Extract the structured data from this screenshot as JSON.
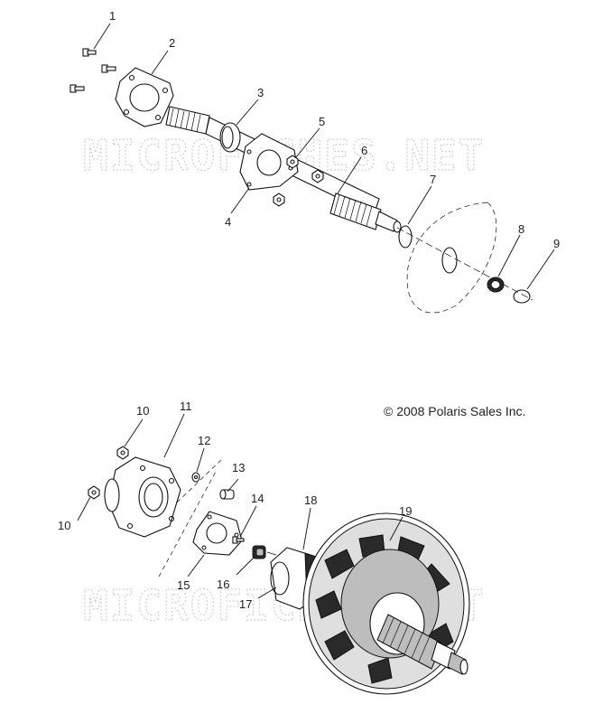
{
  "watermark": "MICROFICHES.NET",
  "copyright": "© 2008 Polaris Sales Inc.",
  "callouts": {
    "c1": "1",
    "c2": "2",
    "c3": "3",
    "c4": "4",
    "c5": "5",
    "c6": "6",
    "c7": "7",
    "c8": "8",
    "c9": "9",
    "c10a": "10",
    "c10b": "10",
    "c11": "11",
    "c12": "12",
    "c13": "13",
    "c14": "14",
    "c15": "15",
    "c16": "16",
    "c17": "17",
    "c18": "18",
    "c19": "19"
  }
}
